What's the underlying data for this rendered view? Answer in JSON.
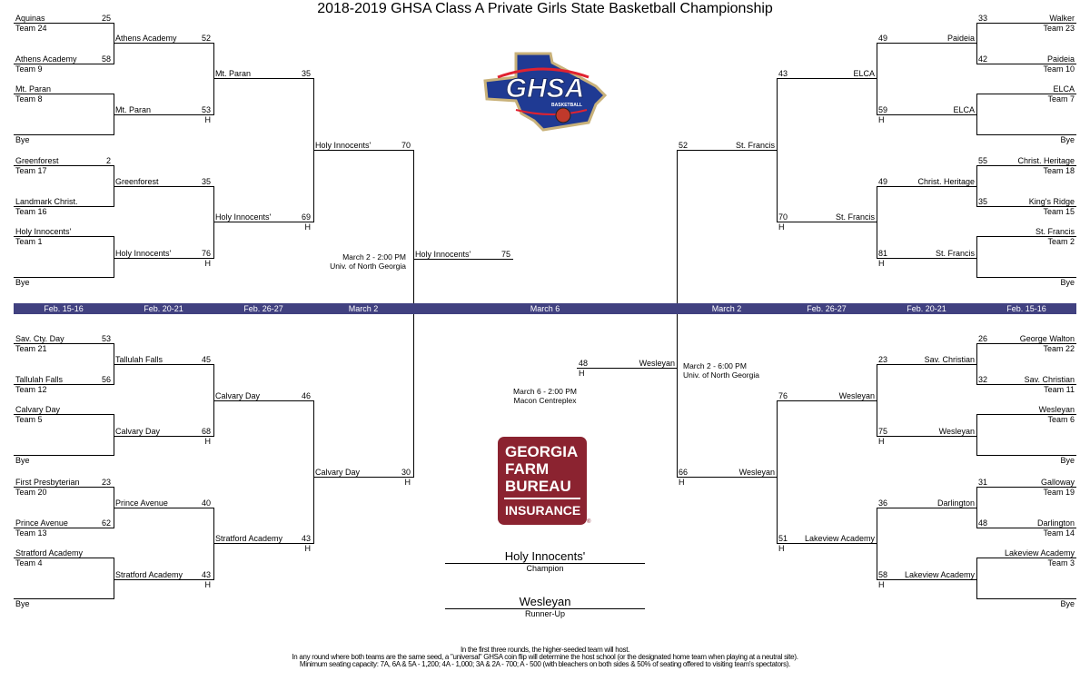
{
  "title": "2018-2019 GHSA Class A Private Girls State Basketball Championship",
  "colors": {
    "band": "#414180",
    "sponsor": "#8b2330",
    "line": "#000000"
  },
  "dates": [
    "Feb. 15-16",
    "Feb. 20-21",
    "Feb. 26-27",
    "March 2",
    "March 6",
    "March 2",
    "Feb. 26-27",
    "Feb. 20-21",
    "Feb. 15-16"
  ],
  "bracket": {
    "left": {
      "r1": [
        {
          "name": "Aquinas",
          "score": "25",
          "seed": "Team 24"
        },
        {
          "name": "Athens Academy",
          "score": "58",
          "seed": "Team 9"
        },
        {
          "name": "Mt. Paran",
          "score": "",
          "seed": "Team 8"
        },
        {
          "name": "",
          "score": "",
          "seed": "Bye"
        },
        {
          "name": "Greenforest",
          "score": "2",
          "seed": "Team 17"
        },
        {
          "name": "Landmark Christ.",
          "score": "",
          "seed": "Team 16"
        },
        {
          "name": "Holy Innocents'",
          "score": "",
          "seed": "Team 1"
        },
        {
          "name": "",
          "score": "",
          "seed": "Bye"
        },
        {
          "name": "Sav. Cty. Day",
          "score": "53",
          "seed": "Team 21"
        },
        {
          "name": "Tallulah Falls",
          "score": "56",
          "seed": "Team 12"
        },
        {
          "name": "Calvary Day",
          "score": "",
          "seed": "Team 5"
        },
        {
          "name": "",
          "score": "",
          "seed": "Bye"
        },
        {
          "name": "First Presbyterian",
          "score": "23",
          "seed": "Team 20"
        },
        {
          "name": "Prince Avenue",
          "score": "62",
          "seed": "Team 13"
        },
        {
          "name": "Stratford Academy",
          "score": "",
          "seed": "Team 4"
        },
        {
          "name": "",
          "score": "",
          "seed": "Bye"
        }
      ],
      "r2": [
        {
          "name": "Athens Academy",
          "score": "52",
          "host": ""
        },
        {
          "name": "Mt. Paran",
          "score": "53",
          "host": "H"
        },
        {
          "name": "Greenforest",
          "score": "35",
          "host": ""
        },
        {
          "name": "Holy Innocents'",
          "score": "76",
          "host": "H"
        },
        {
          "name": "Tallulah Falls",
          "score": "45",
          "host": ""
        },
        {
          "name": "Calvary Day",
          "score": "68",
          "host": "H"
        },
        {
          "name": "Prince Avenue",
          "score": "40",
          "host": ""
        },
        {
          "name": "Stratford Academy",
          "score": "43",
          "host": "H"
        }
      ],
      "r3": [
        {
          "name": "Mt. Paran",
          "score": "35",
          "host": ""
        },
        {
          "name": "Holy Innocents'",
          "score": "69",
          "host": "H"
        },
        {
          "name": "Calvary Day",
          "score": "46",
          "host": ""
        },
        {
          "name": "Stratford Academy",
          "score": "43",
          "host": "H"
        }
      ],
      "r4": [
        {
          "name": "Holy Innocents'",
          "score": "70",
          "host": ""
        },
        {
          "name": "Calvary Day",
          "score": "30",
          "host": "H"
        }
      ]
    },
    "right": {
      "r1": [
        {
          "name": "Walker",
          "score": "33",
          "seed": "Team 23"
        },
        {
          "name": "Paideia",
          "score": "42",
          "seed": "Team 10"
        },
        {
          "name": "ELCA",
          "score": "",
          "seed": "Team 7"
        },
        {
          "name": "",
          "score": "",
          "seed": "Bye"
        },
        {
          "name": "Christ. Heritage",
          "score": "55",
          "seed": "Team 18"
        },
        {
          "name": "King's Ridge",
          "score": "35",
          "seed": "Team 15"
        },
        {
          "name": "St. Francis",
          "score": "",
          "seed": "Team 2"
        },
        {
          "name": "",
          "score": "",
          "seed": "Bye"
        },
        {
          "name": "George Walton",
          "score": "26",
          "seed": "Team 22"
        },
        {
          "name": "Sav. Christian",
          "score": "32",
          "seed": "Team 11"
        },
        {
          "name": "Wesleyan",
          "score": "",
          "seed": "Team 6"
        },
        {
          "name": "",
          "score": "",
          "seed": "Bye"
        },
        {
          "name": "Galloway",
          "score": "31",
          "seed": "Team 19"
        },
        {
          "name": "Darlington",
          "score": "48",
          "seed": "Team 14"
        },
        {
          "name": "Lakeview Academy",
          "score": "",
          "seed": "Team 3"
        },
        {
          "name": "",
          "score": "",
          "seed": "Bye"
        }
      ],
      "r2": [
        {
          "name": "Paideia",
          "score": "49",
          "host": ""
        },
        {
          "name": "ELCA",
          "score": "59",
          "host": "H"
        },
        {
          "name": "Christ. Heritage",
          "score": "49",
          "host": ""
        },
        {
          "name": "St. Francis",
          "score": "81",
          "host": "H"
        },
        {
          "name": "Sav. Christian",
          "score": "23",
          "host": ""
        },
        {
          "name": "Wesleyan",
          "score": "75",
          "host": "H"
        },
        {
          "name": "Darlington",
          "score": "36",
          "host": ""
        },
        {
          "name": "Lakeview Academy",
          "score": "58",
          "host": "H"
        }
      ],
      "r3": [
        {
          "name": "ELCA",
          "score": "43",
          "host": ""
        },
        {
          "name": "St. Francis",
          "score": "70",
          "host": "H"
        },
        {
          "name": "Wesleyan",
          "score": "76",
          "host": ""
        },
        {
          "name": "Lakeview Academy",
          "score": "51",
          "host": "H"
        }
      ],
      "r4": [
        {
          "name": "St. Francis",
          "score": "52",
          "host": ""
        },
        {
          "name": "Wesleyan",
          "score": "66",
          "host": "H"
        }
      ]
    },
    "final": {
      "left": {
        "name": "Holy Innocents'",
        "score": "75",
        "host": ""
      },
      "right": {
        "name": "Wesleyan",
        "score": "48",
        "host": "H"
      }
    }
  },
  "games": {
    "semi_left": {
      "time": "March 2 - 2:00 PM",
      "venue": "Univ. of North Georgia"
    },
    "semi_right": {
      "time": "March 2 - 6:00 PM",
      "venue": "Univ. of North Georgia"
    },
    "final": {
      "time": "March 6 - 2:00 PM",
      "venue": "Macon Centreplex"
    }
  },
  "results": {
    "champion": {
      "name": "Holy Innocents'",
      "label": "Champion"
    },
    "runner_up": {
      "name": "Wesleyan",
      "label": "Runner-Up"
    }
  },
  "logos": {
    "ghsa": {
      "text": "GHSA",
      "sub": "BASKETBALL"
    },
    "sponsor": {
      "lines": [
        "GEORGIA",
        "FARM",
        "BUREAU"
      ],
      "bottom": "INSURANCE",
      "mark": "®"
    }
  },
  "footer": [
    "In the first three rounds, the higher-seeded team will host.",
    "In any round where both teams are the same seed, a \"universal\" GHSA coin flip will determine the host school (or the designated home team when playing at a neutral site).",
    "Minimum seating capacity: 7A, 6A & 5A - 1,200; 4A - 1,000; 3A & 2A - 700; A - 500 (with bleachers on both sides & 50% of seating offered to visiting team's spectators)."
  ]
}
